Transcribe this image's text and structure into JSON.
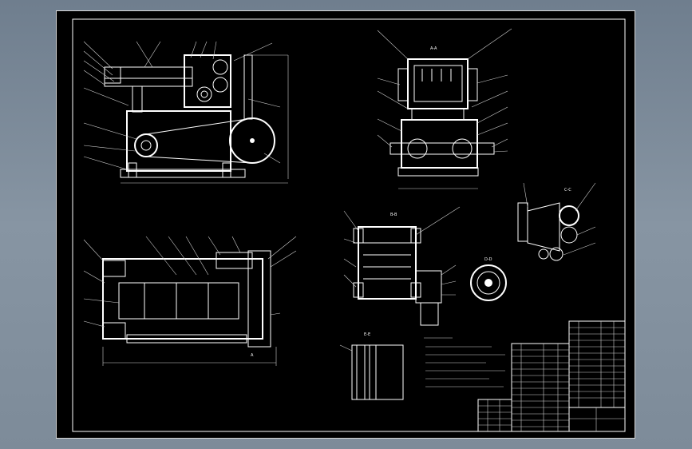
{
  "drawing": {
    "section_labels": {
      "section_aa": "A-A",
      "section_bb": "B-B",
      "section_cc": "C-C",
      "section_dd": "D-D",
      "section_ee": "E-E"
    },
    "view_marks": {
      "mark_a": "A"
    }
  }
}
